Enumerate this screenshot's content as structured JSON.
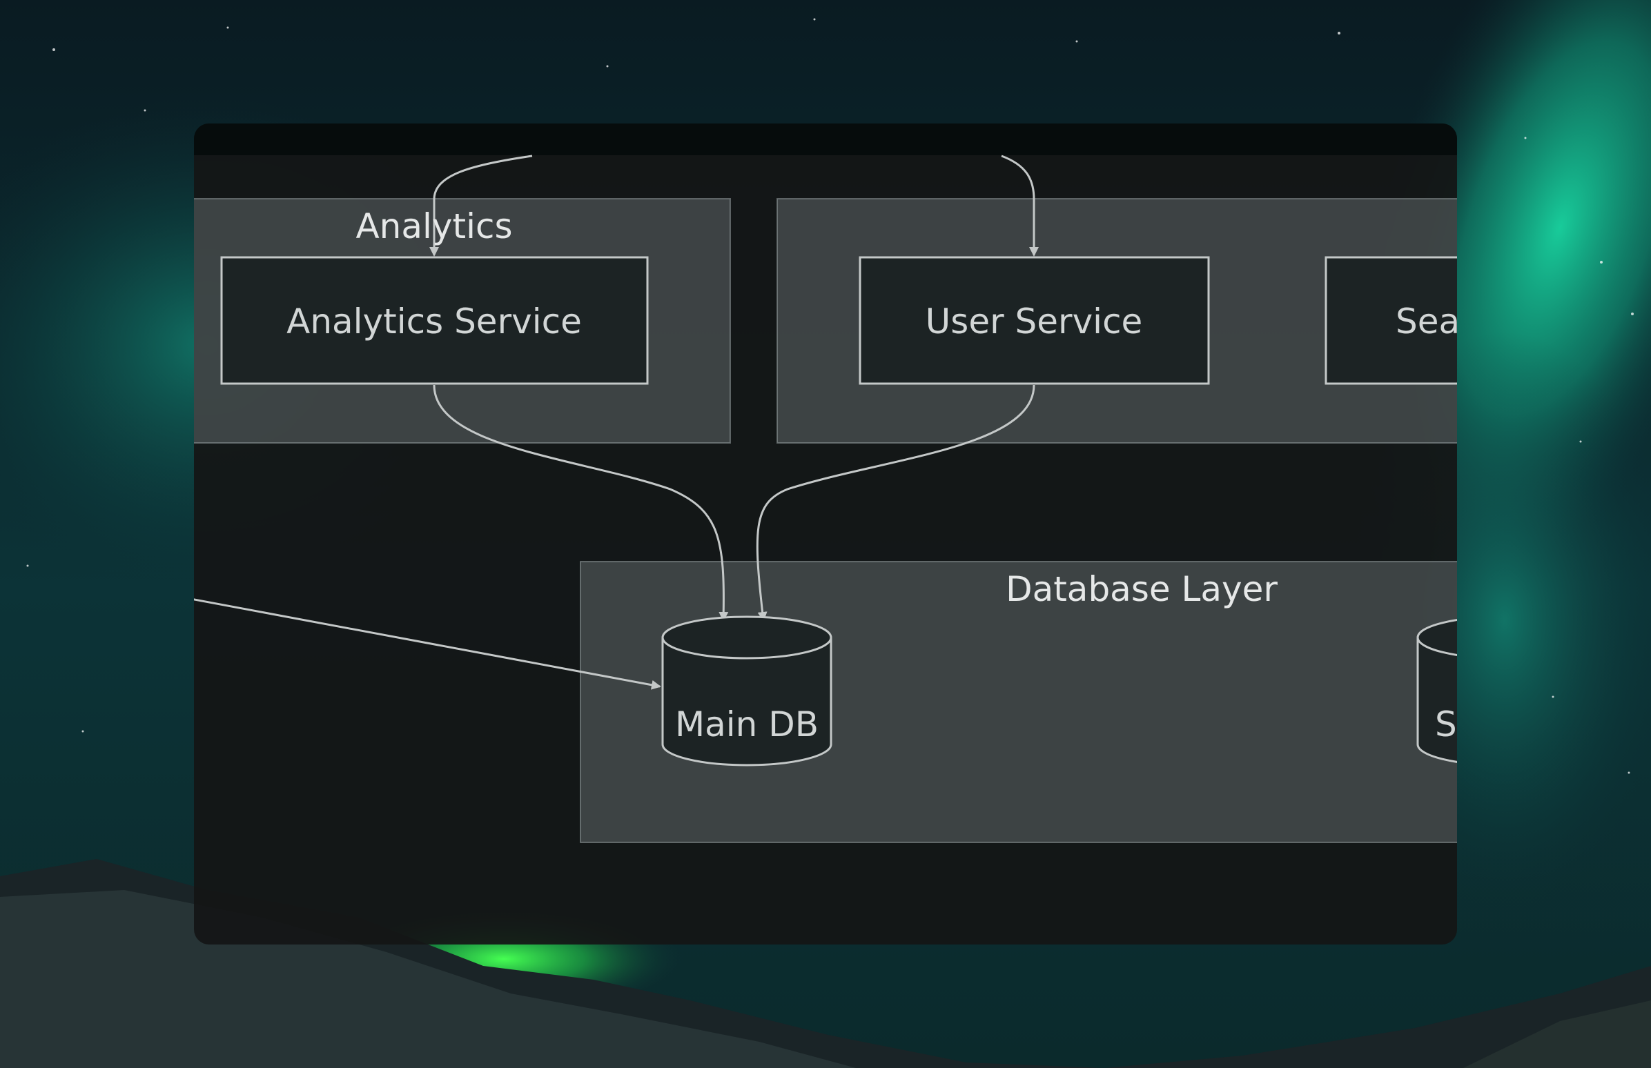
{
  "background": {
    "sky_top": "#0b1a1f",
    "sky_mid": "#0e3a3d",
    "aurora_color": "#17c79a",
    "aurora_bright": "#3cff5a",
    "mountain_color": "#1a2325"
  },
  "diagram": {
    "clusters": {
      "analytics": {
        "label": "Analytics"
      },
      "services": {
        "label": ""
      },
      "database": {
        "label": "Database Layer"
      }
    },
    "nodes": {
      "analytics_service": {
        "label": "Analytics Service"
      },
      "user_service": {
        "label": "User Service"
      },
      "search_service": {
        "label": "Sea"
      },
      "main_db": {
        "label": "Main DB"
      },
      "search_db": {
        "label": "Se"
      }
    },
    "edges": [
      {
        "from": "(offscreen top)",
        "to": "Analytics Service"
      },
      {
        "from": "(offscreen top)",
        "to": "User Service"
      },
      {
        "from": "Analytics Service",
        "to": "Main DB"
      },
      {
        "from": "User Service",
        "to": "Main DB"
      },
      {
        "from": "(offscreen left)",
        "to": "Main DB"
      }
    ]
  }
}
